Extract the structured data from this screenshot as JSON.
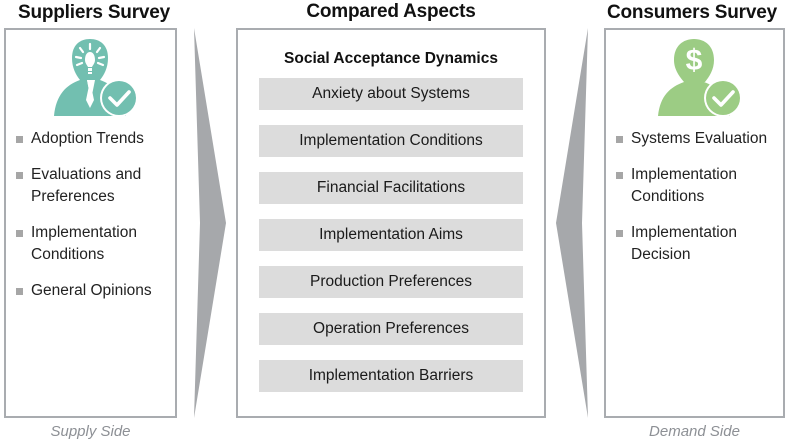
{
  "columns": {
    "left": {
      "title": "Suppliers Survey",
      "icon": "lightbulb-head-person-check-icon",
      "icon_color": "#72bfb0",
      "caption": "Supply Side",
      "bullets": [
        "Adoption Trends",
        "Evaluations and Preferences",
        "Implementation Conditions",
        "General Opinions"
      ]
    },
    "center": {
      "title": "Compared Aspects",
      "heading": "Social Acceptance Dynamics",
      "aspects": [
        "Anxiety about Systems",
        "Implementation Conditions",
        "Financial Facilitations",
        "Implementation Aims",
        "Production Preferences",
        "Operation Preferences",
        "Implementation Barriers"
      ]
    },
    "right": {
      "title": "Consumers Survey",
      "icon": "dollar-head-person-check-icon",
      "icon_color": "#9ccc84",
      "caption": "Demand Side",
      "bullets": [
        "Systems Evaluation",
        "Implementation Conditions",
        "Implementation Decision"
      ]
    }
  },
  "arrows": {
    "left": "right-pointing-arrow",
    "right": "right-pointing-arrow",
    "color": "#a6a8ab"
  },
  "colors": {
    "panel_border": "#a9acb0",
    "aspect_box": "#dcdcdc",
    "bullet_mark": "#a6a6a6",
    "caption_text": "#8d9095",
    "title_text": "#111111"
  }
}
